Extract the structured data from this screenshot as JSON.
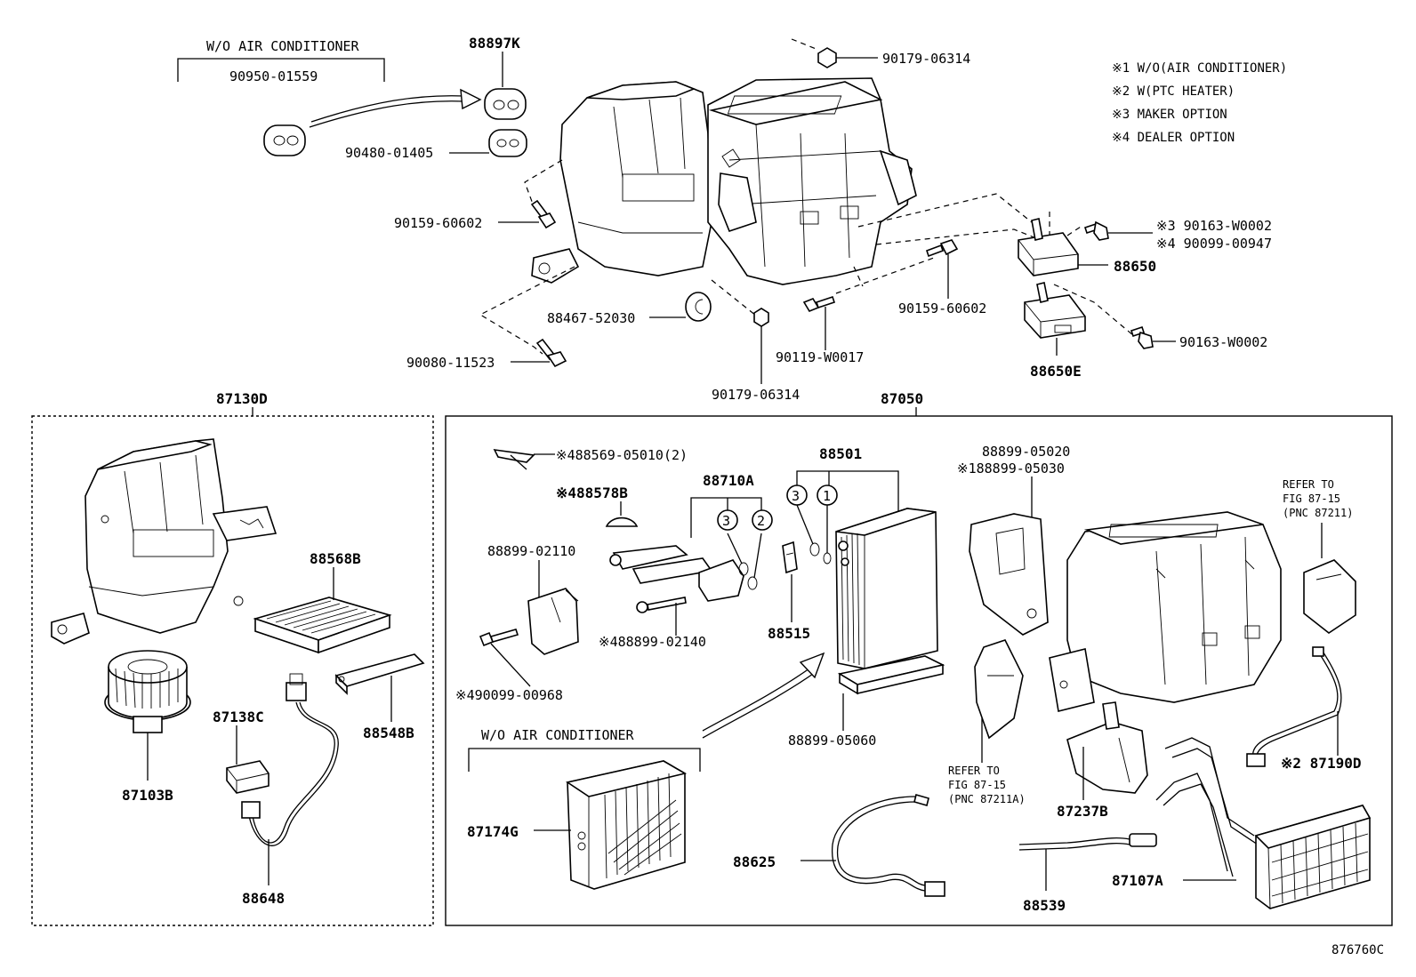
{
  "header": {
    "wo_ac_label": "W/O AIR CONDITIONER",
    "notes": [
      "※1 W/O(AIR CONDITIONER)",
      "※2 W(PTC HEATER)",
      "※3 MAKER OPTION",
      "※4 DEALER OPTION"
    ]
  },
  "top_parts": {
    "p_90950_01559": "90950-01559",
    "p_88897K": "88897K",
    "p_90480_01405": "90480-01405",
    "p_90179_06314_top": "90179-06314",
    "p_90159_60602_left": "90159-60602",
    "p_90163_W0002_a": "※3 90163-W0002",
    "p_90099_00947": "※4 90099-00947",
    "p_88650": "88650",
    "p_90159_60602_right": "90159-60602",
    "p_88467_52030": "88467-52030",
    "p_90119_W0017": "90119-W0017",
    "p_90163_W0002_b": "90163-W0002",
    "p_88650E": "88650E",
    "p_90080_11523": "90080-11523",
    "p_90179_06314_bottom": "90179-06314"
  },
  "group_left": {
    "title": "87130D",
    "p_88568B": "88568B",
    "p_87138C": "87138C",
    "p_88548B": "88548B",
    "p_87103B": "87103B",
    "p_88648": "88648"
  },
  "group_right": {
    "title": "87050",
    "p_488569": "※488569-05010(2)",
    "p_88578B": "※488578B",
    "p_88710A": "88710A",
    "p_88501": "88501",
    "p_88899_05020": "88899-05020",
    "p_188899_05030": "※188899-05030",
    "refer_top_1": "REFER TO",
    "refer_top_2": "FIG 87-15",
    "refer_top_3": "(PNC 87211)",
    "p_88899_02110": "88899-02110",
    "p_488899_02140": "※488899-02140",
    "p_88515": "88515",
    "p_490099_00968": "※490099-00968",
    "p_88899_05060": "88899-05060",
    "wo_ac_label": "W/O AIR CONDITIONER",
    "refer_mid_1": "REFER TO",
    "refer_mid_2": "FIG 87-15",
    "refer_mid_3": "(PNC 87211A)",
    "p_87237B": "87237B",
    "p_87190D": "※2 87190D",
    "p_87174G": "87174G",
    "p_88625": "88625",
    "p_88539": "88539",
    "p_87107A": "87107A",
    "circle_1": "1",
    "circle_2": "2",
    "circle_3a": "3",
    "circle_3b": "3"
  },
  "footer": {
    "figure_id": "876760C"
  }
}
